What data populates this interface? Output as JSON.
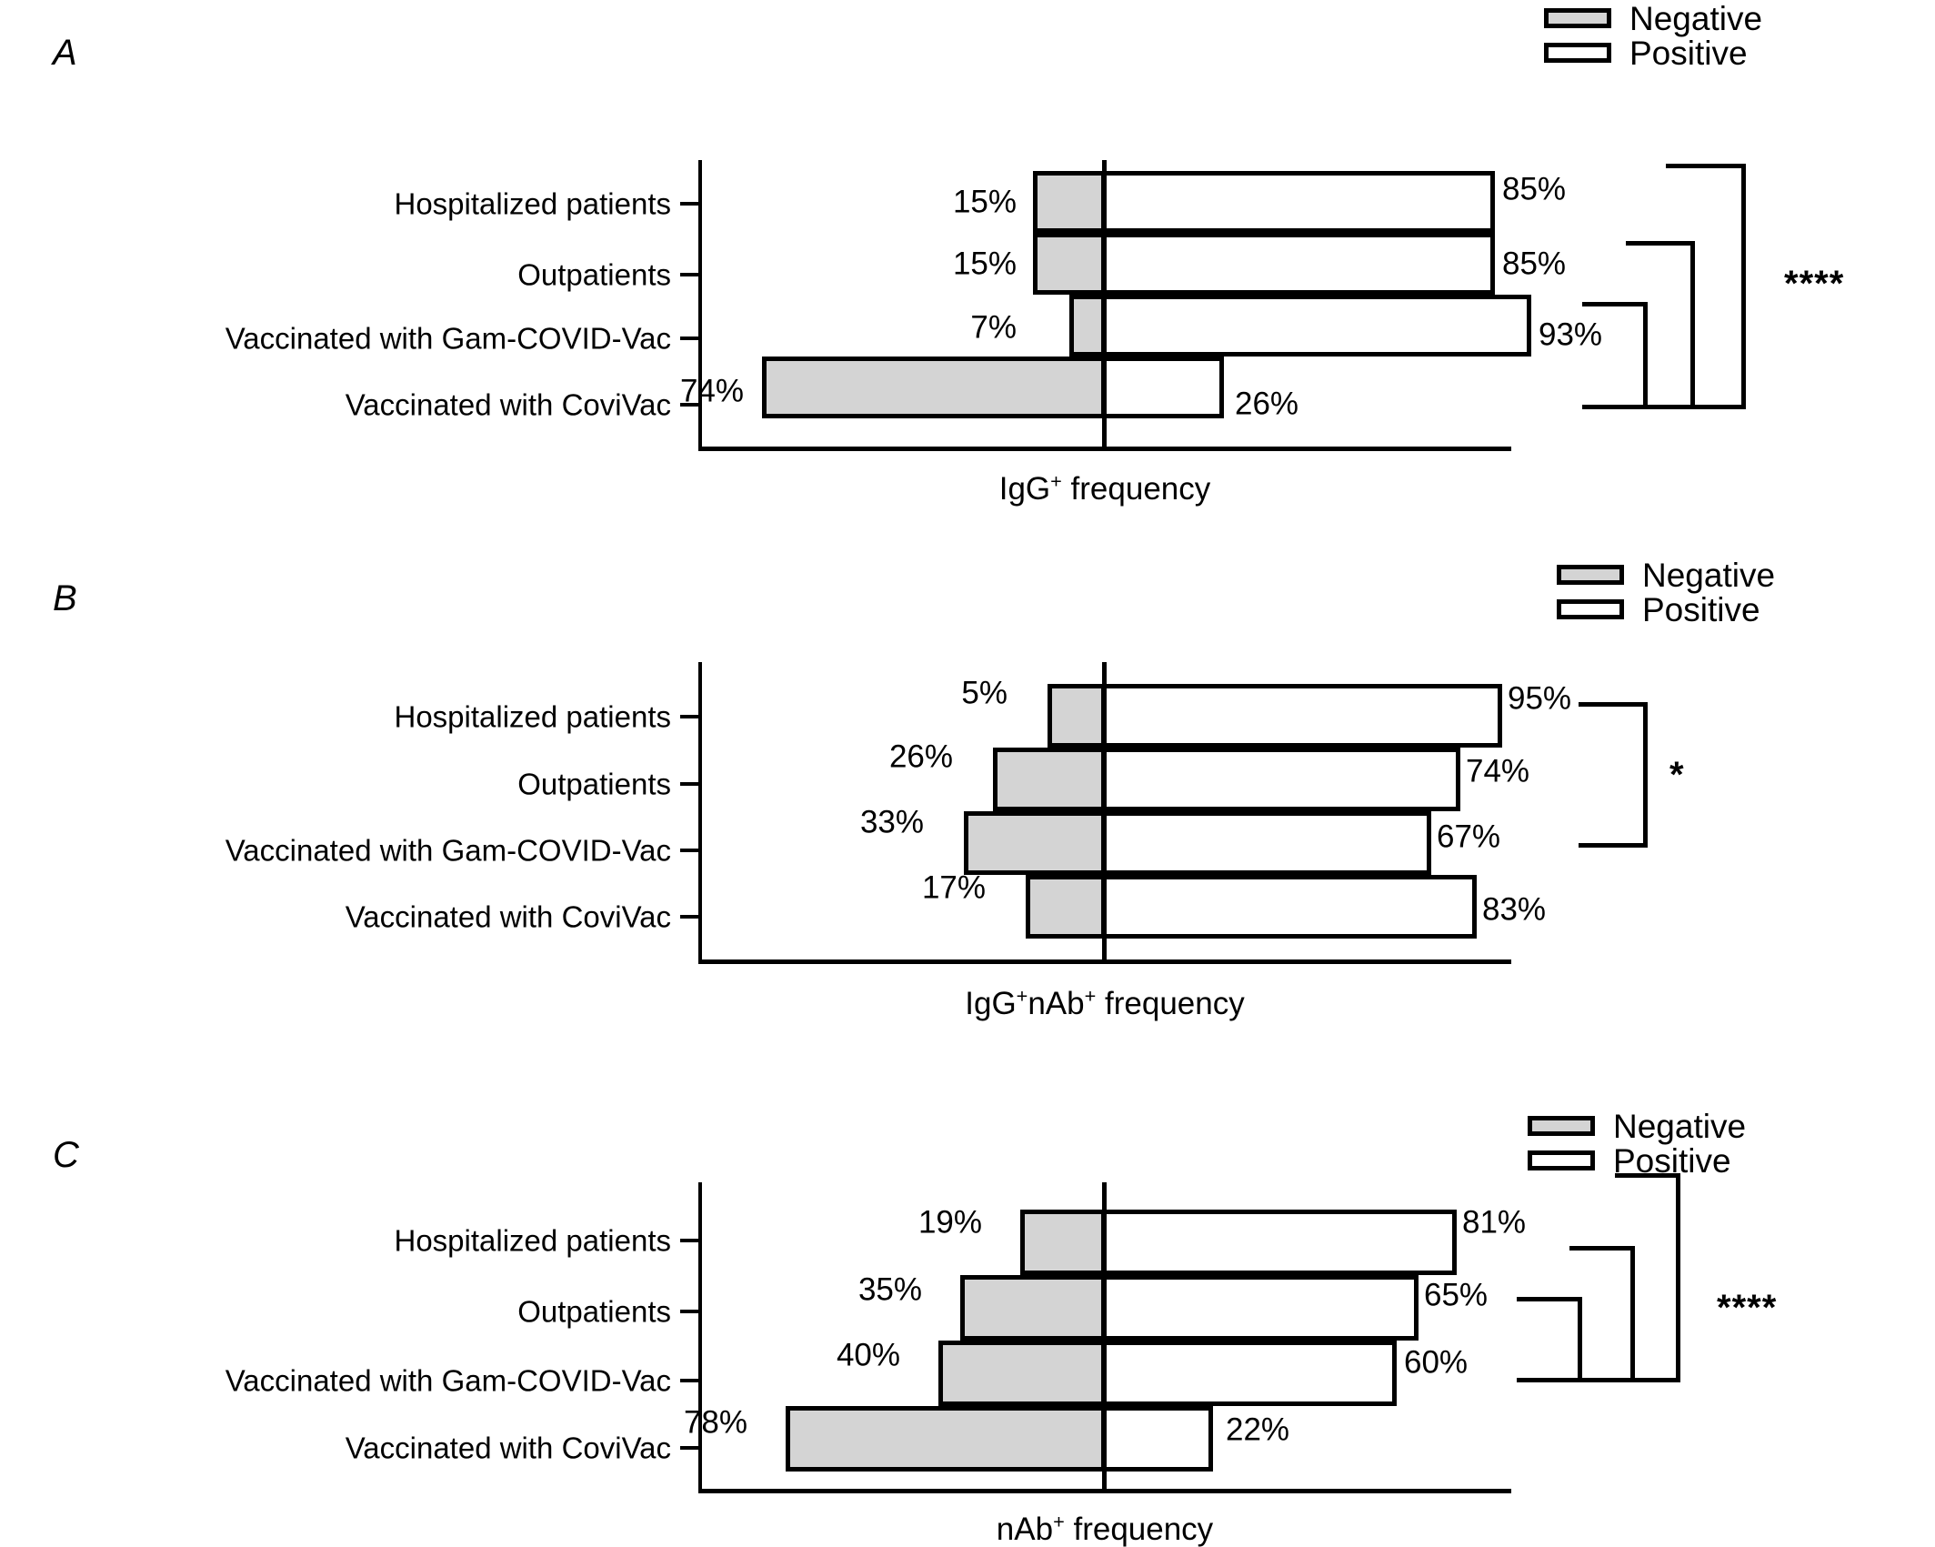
{
  "figure": {
    "categories": [
      "Hospitalized patients",
      "Outpatients",
      "Vaccinated with Gam-COVID-Vac",
      "Vaccinated with CoviVac"
    ],
    "legend": {
      "negative": "Negative",
      "positive": "Positive"
    },
    "colors": {
      "negative_fill": "#d4d4d4",
      "positive_fill": "#ffffff",
      "stroke": "#000000"
    }
  },
  "panels": [
    {
      "letter": "A",
      "xlabel_html": "IgG<sup>+</sup> frequency",
      "negative": [
        "15%",
        "15%",
        "7%",
        "74%"
      ],
      "positive": [
        "85%",
        "85%",
        "93%",
        "26%"
      ],
      "significance": [
        "****"
      ]
    },
    {
      "letter": "B",
      "xlabel_html": "IgG<sup>+</sup>nAb<sup>+</sup> frequency",
      "negative": [
        "5%",
        "26%",
        "33%",
        "17%"
      ],
      "positive": [
        "95%",
        "74%",
        "67%",
        "83%"
      ],
      "significance": [
        "*"
      ]
    },
    {
      "letter": "C",
      "xlabel_html": "nAb<sup>+</sup> frequency",
      "negative": [
        "19%",
        "35%",
        "40%",
        "78%"
      ],
      "positive": [
        "81%",
        "65%",
        "60%",
        "22%"
      ],
      "significance": [
        "****"
      ]
    }
  ],
  "chart_data": [
    {
      "type": "bar",
      "title": "A",
      "subtitle": "",
      "xlabel": "IgG+ frequency",
      "ylabel": "",
      "orientation": "horizontal",
      "stacked": "diverging-100-percent",
      "grid": false,
      "legend_position": "top-right",
      "categories": [
        "Hospitalized patients",
        "Outpatients",
        "Vaccinated with Gam-COVID-Vac",
        "Vaccinated with CoviVac"
      ],
      "series": [
        {
          "name": "Negative",
          "values": [
            15,
            15,
            7,
            74
          ],
          "labels": [
            "15%",
            "15%",
            "7%",
            "74%"
          ],
          "color": "#d4d4d4",
          "direction": "left"
        },
        {
          "name": "Positive",
          "values": [
            85,
            85,
            93,
            26
          ],
          "labels": [
            "85%",
            "85%",
            "93%",
            "26%"
          ],
          "color": "#ffffff",
          "direction": "right"
        }
      ],
      "annotations": [
        {
          "text": "****",
          "compares": [
            "Vaccinated with CoviVac",
            "Hospitalized patients"
          ]
        },
        {
          "text": "****",
          "compares": [
            "Vaccinated with CoviVac",
            "Outpatients"
          ]
        },
        {
          "text": "****",
          "compares": [
            "Vaccinated with CoviVac",
            "Vaccinated with Gam-COVID-Vac"
          ]
        }
      ]
    },
    {
      "type": "bar",
      "title": "B",
      "subtitle": "",
      "xlabel": "IgG+nAb+ frequency",
      "ylabel": "",
      "orientation": "horizontal",
      "stacked": "diverging-100-percent",
      "grid": false,
      "legend_position": "top-right",
      "categories": [
        "Hospitalized patients",
        "Outpatients",
        "Vaccinated with Gam-COVID-Vac",
        "Vaccinated with CoviVac"
      ],
      "series": [
        {
          "name": "Negative",
          "values": [
            5,
            26,
            33,
            17
          ],
          "labels": [
            "5%",
            "26%",
            "33%",
            "17%"
          ],
          "color": "#d4d4d4",
          "direction": "left"
        },
        {
          "name": "Positive",
          "values": [
            95,
            74,
            67,
            83
          ],
          "labels": [
            "95%",
            "74%",
            "67%",
            "83%"
          ],
          "color": "#ffffff",
          "direction": "right"
        }
      ],
      "annotations": [
        {
          "text": "*",
          "compares": [
            "Hospitalized patients",
            "Vaccinated with Gam-COVID-Vac"
          ]
        }
      ]
    },
    {
      "type": "bar",
      "title": "C",
      "subtitle": "",
      "xlabel": "nAb+ frequency",
      "ylabel": "",
      "orientation": "horizontal",
      "stacked": "diverging-100-percent",
      "grid": false,
      "legend_position": "top-right",
      "categories": [
        "Hospitalized patients",
        "Outpatients",
        "Vaccinated with Gam-COVID-Vac",
        "Vaccinated with CoviVac"
      ],
      "series": [
        {
          "name": "Negative",
          "values": [
            19,
            35,
            40,
            78
          ],
          "labels": [
            "19%",
            "35%",
            "40%",
            "78%"
          ],
          "color": "#d4d4d4",
          "direction": "left"
        },
        {
          "name": "Positive",
          "values": [
            81,
            65,
            60,
            22
          ],
          "labels": [
            "81%",
            "65%",
            "60%",
            "22%"
          ],
          "color": "#ffffff",
          "direction": "right"
        }
      ],
      "annotations": [
        {
          "text": "****",
          "compares": [
            "Vaccinated with CoviVac",
            "Hospitalized patients"
          ]
        },
        {
          "text": "****",
          "compares": [
            "Vaccinated with CoviVac",
            "Outpatients"
          ]
        },
        {
          "text": "****",
          "compares": [
            "Vaccinated with CoviVac",
            "Vaccinated with Gam-COVID-Vac"
          ]
        }
      ]
    }
  ]
}
